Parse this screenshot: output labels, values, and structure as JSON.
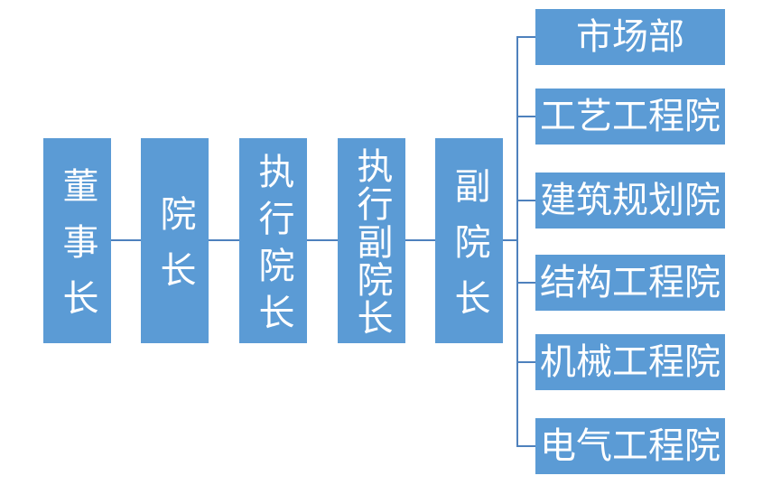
{
  "diagram": {
    "type": "organization-chart",
    "colors": {
      "background": "#FFFFFF",
      "box_fill": "#5B9BD5",
      "box_text": "#FFFFFF",
      "connector": "#4E81BD"
    },
    "chain": [
      {
        "label": "董事长"
      },
      {
        "label": "院长"
      },
      {
        "label": "执行院长"
      },
      {
        "label": "执行副院长"
      },
      {
        "label": "副院长"
      }
    ],
    "departments": [
      {
        "label": "市场部"
      },
      {
        "label": "工艺工程院"
      },
      {
        "label": "建筑规划院"
      },
      {
        "label": "结构工程院"
      },
      {
        "label": "机械工程院"
      },
      {
        "label": "电气工程院"
      }
    ]
  }
}
